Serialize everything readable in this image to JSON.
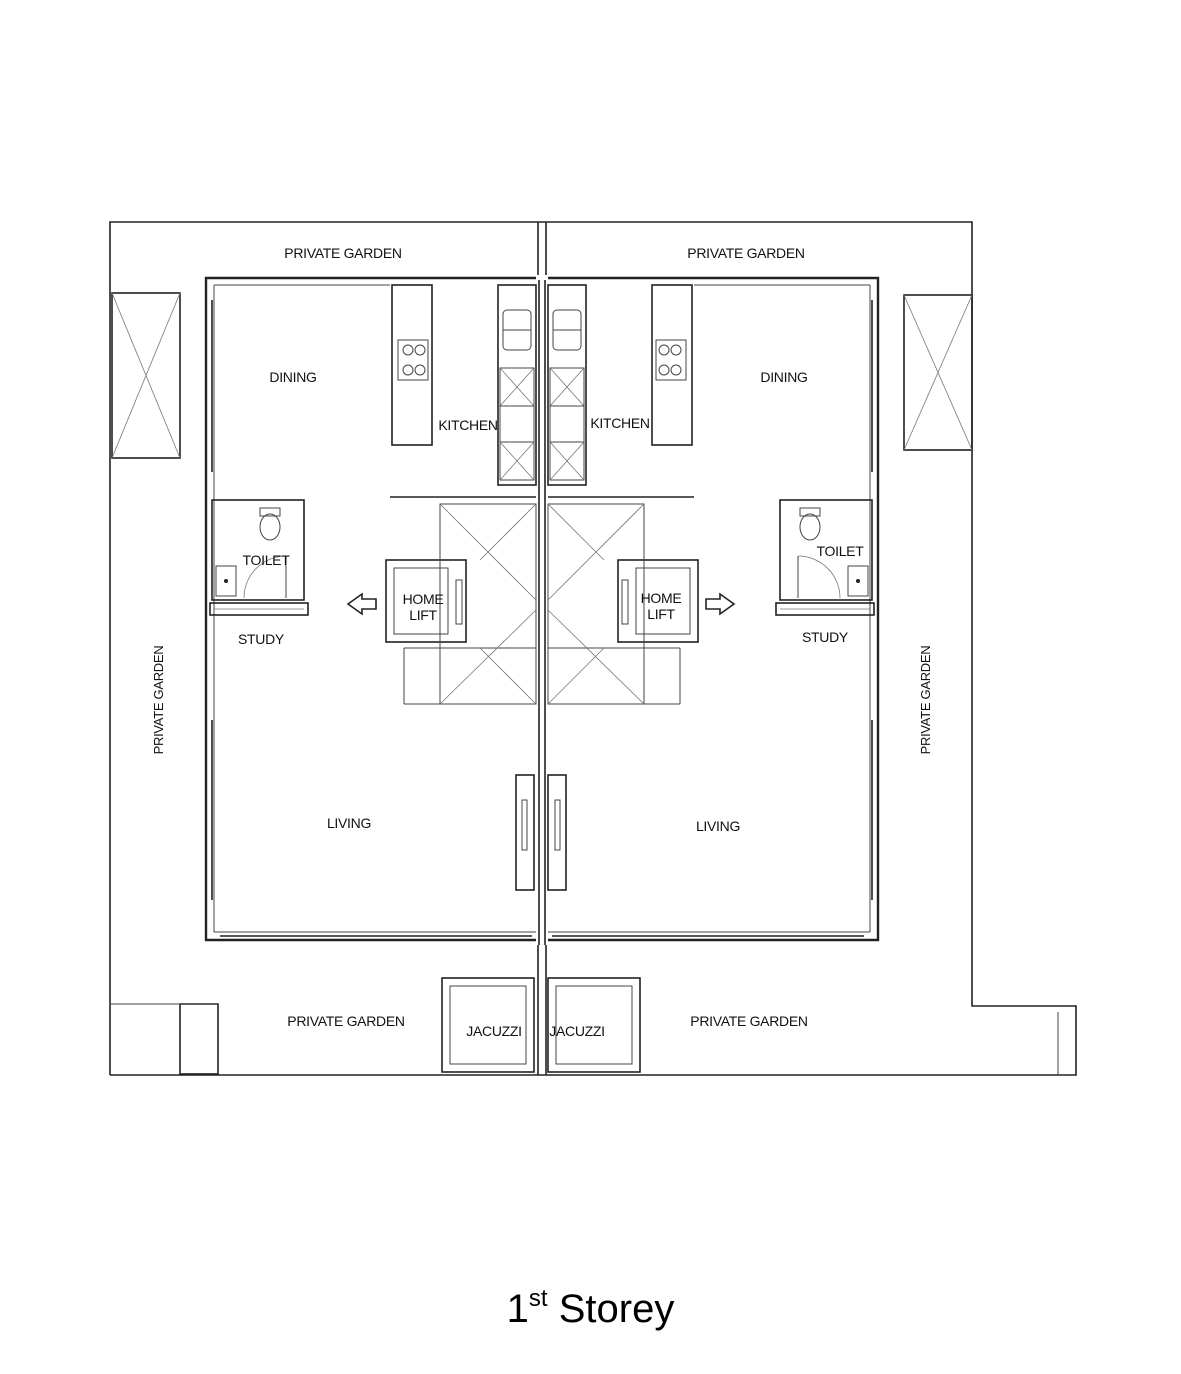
{
  "plan": {
    "labels": {
      "garden_top_left": "PRIVATE GARDEN",
      "garden_top_right": "PRIVATE GARDEN",
      "garden_left": "PRIVATE GARDEN",
      "garden_right": "PRIVATE GARDEN",
      "garden_bottom_left": "PRIVATE GARDEN",
      "garden_bottom_right": "PRIVATE GARDEN",
      "dining_left": "DINING",
      "dining_right": "DINING",
      "kitchen_left": "KITCHEN",
      "kitchen_right": "KITCHEN",
      "toilet_left": "TOILET",
      "toilet_right": "TOILET",
      "study_left": "STUDY",
      "study_right": "STUDY",
      "lift_left_line1": "HOME",
      "lift_left_line2": "LIFT",
      "lift_right_line1": "HOME",
      "lift_right_line2": "LIFT",
      "living_left": "LIVING",
      "living_right": "LIVING",
      "jacuzzi_left": "JACUZZI",
      "jacuzzi_right": "JACUZZI"
    }
  },
  "caption": {
    "number": "1",
    "suffix": "st",
    "word": "Storey"
  }
}
